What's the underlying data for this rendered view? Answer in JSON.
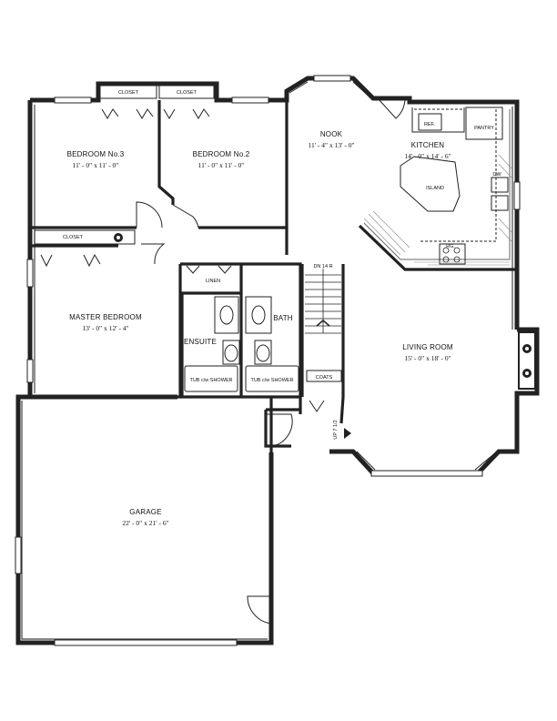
{
  "rooms": {
    "bedroom3": {
      "name": "BEDROOM No.3",
      "size": "11' - 0\" x 11' - 0\""
    },
    "bedroom2": {
      "name": "BEDROOM No.2",
      "size": "11' - 0\" x 11' - 0\""
    },
    "nook": {
      "name": "NOOK",
      "size": "11' - 4\" x 13' - 0\""
    },
    "kitchen": {
      "name": "KITCHEN",
      "size": "14' - 0\" x 14' - 6\""
    },
    "master": {
      "name": "MASTER BEDROOM",
      "size": "13' - 0\" x 12' - 4\""
    },
    "living": {
      "name": "LIVING ROOM",
      "size": "15' - 0\" x 18' - 0\""
    },
    "garage": {
      "name": "GARAGE",
      "size": "22' - 0\" x 21' - 6\""
    },
    "ensuite": {
      "name": "ENSUITE"
    },
    "bath": {
      "name": "BATH"
    }
  },
  "fixtures": {
    "closet_b3": "CLOSET",
    "closet_b2": "CLOSET",
    "closet_master": "CLOSET",
    "linen": "LINEN",
    "coats": "COATS",
    "tub_ensuite": "TUB c/w SHOWER",
    "tub_bath": "TUB c/w SHOWER",
    "island": "ISLAND",
    "ref": "REF.",
    "pantry": "PANTRY",
    "dw": "DW",
    "rg": "RG.",
    "stair_down": "DN 14 R",
    "stair_up": "UP 7 1/2"
  }
}
